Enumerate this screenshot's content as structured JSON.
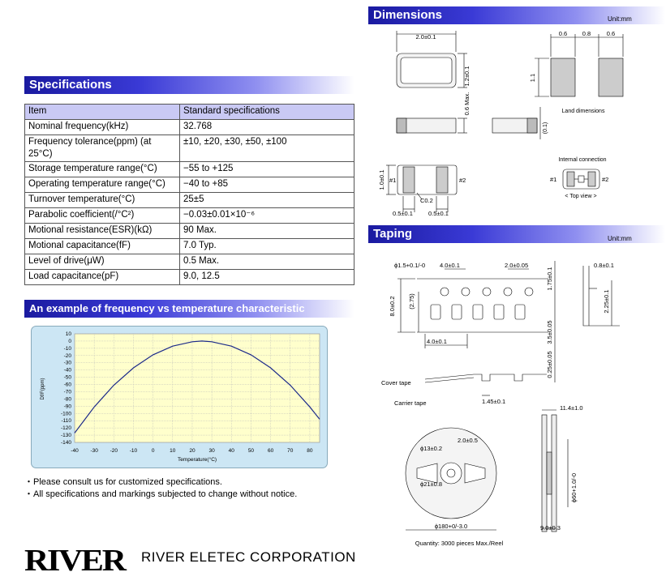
{
  "specs": {
    "title": "Specifications",
    "header": [
      "Item",
      "Standard specifications"
    ],
    "rows": [
      [
        "Nominal frequency(kHz)",
        "32.768"
      ],
      [
        "Frequency tolerance(ppm) (at 25°C)",
        "±10, ±20, ±30, ±50, ±100"
      ],
      [
        "Storage temperature range(°C)",
        "−55 to +125"
      ],
      [
        "Operating temperature range(°C)",
        "−40 to +85"
      ],
      [
        "Turnover temperature(°C)",
        "25±5"
      ],
      [
        "Parabolic coefficient(/°C²)",
        "−0.03±0.01×10⁻⁶"
      ],
      [
        "Motional resistance(ESR)(kΩ)",
        "90 Max."
      ],
      [
        "Motional capacitance(fF)",
        "7.0 Typ."
      ],
      [
        "Level of drive(μW)",
        "0.5 Max."
      ],
      [
        "Load capacitance(pF)",
        "9.0, 12.5"
      ]
    ]
  },
  "chart_section": {
    "title": "An example of frequency vs temperature characteristic"
  },
  "chart_data": {
    "type": "line",
    "title": "",
    "xlabel": "Temperature(°C)",
    "ylabel": "Df/F(ppm)",
    "xlim": [
      -40,
      85
    ],
    "ylim": [
      -140,
      10
    ],
    "xticks": [
      -40,
      -30,
      -20,
      -10,
      0,
      10,
      20,
      30,
      40,
      50,
      60,
      70,
      80
    ],
    "yticks": [
      10,
      0,
      -10,
      -20,
      -30,
      -40,
      -50,
      -60,
      -70,
      -80,
      -90,
      -100,
      -110,
      -120,
      -130,
      -140
    ],
    "grid": true,
    "colors": {
      "plot_bg": "#ffffcc",
      "frame_bg": "#cce6f4",
      "line": "#1c2a8a"
    },
    "x": [
      -40,
      -30,
      -20,
      -10,
      0,
      10,
      20,
      25,
      30,
      40,
      50,
      60,
      70,
      80,
      85
    ],
    "y": [
      -127,
      -91,
      -61,
      -37,
      -19,
      -7,
      -1,
      0,
      -1,
      -7,
      -19,
      -37,
      -61,
      -91,
      -108
    ]
  },
  "notes": [
    "・Please consult us for customized specifications.",
    "・All specifications and markings subjected to change without notice."
  ],
  "footer": {
    "logo": "RIVER",
    "company": "RIVER ELETEC CORPORATION"
  },
  "dimensions": {
    "title": "Dimensions",
    "unit": "Unit:mm",
    "labels": {
      "w": "2.0±0.1",
      "h": "1.2±0.1",
      "t": "0.6 Max.",
      "l06a": "0.6",
      "l08": "0.8",
      "l06b": "0.6",
      "l11": "1.1",
      "land": "Land dimensions",
      "l01": "(0.1)",
      "h10": "1.0±0.1",
      "p1": "#1",
      "p2": "#2",
      "c02": "C0.2",
      "b1": "0.5±0.1",
      "b2": "0.5±0.1",
      "ic": "Internal connection",
      "ic1": "#1",
      "ic2": "#2",
      "top": "< Top view >"
    }
  },
  "taping": {
    "title": "Taping",
    "unit": "Unit:mm",
    "labels": {
      "hole": "ϕ1.5+0.1/-0",
      "p40a": "4.0±0.1",
      "p20": "2.0±0.05",
      "e175": "1.75±0.1",
      "w80": "8.0±0.2",
      "w275": "(2.75)",
      "p40b": "4.0±0.1",
      "f35": "3.5±0.05",
      "t025": "0.25±0.05",
      "t08": "0.8±0.1",
      "k225": "2.25±0.1",
      "cover": "Cover tape",
      "carrier": "Carrier tape",
      "p145": "1.45±0.1",
      "r114": "11.4±1.0",
      "r13": "ϕ13±0.2",
      "r20": "2.0±0.5",
      "r21": "ϕ21±0.8",
      "r180": "ϕ180+0/-3.0",
      "r60": "ϕ60+1.0/-0",
      "r90": "9.0±0.3",
      "qty": "Quantity: 3000 pieces Max./Reel"
    }
  }
}
